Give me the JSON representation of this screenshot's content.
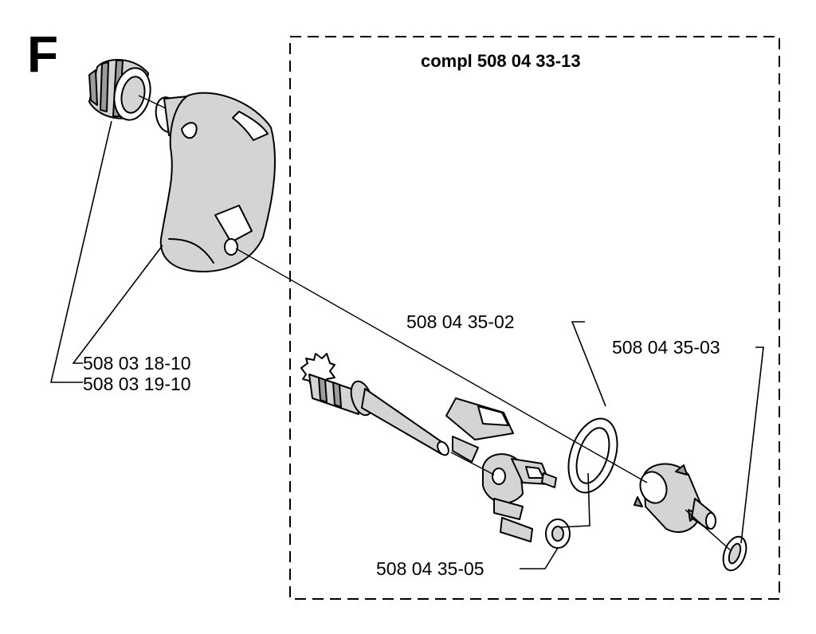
{
  "section_letter": "F",
  "assembly": {
    "label": "compl 508 04 33-13"
  },
  "part_labels": {
    "p1": "508 03 18-10",
    "p2": "508 03 19-10",
    "p3": "508 04 35-02",
    "p4": "508 04 35-03",
    "p5": "508 04 35-05"
  }
}
